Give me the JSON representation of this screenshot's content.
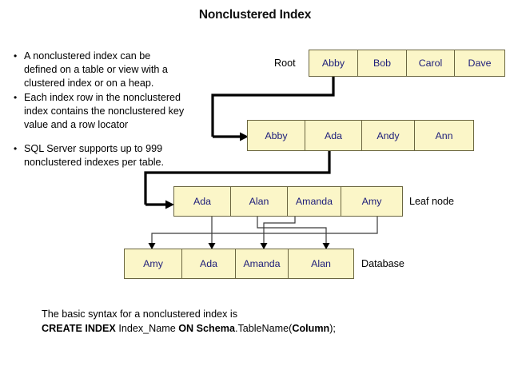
{
  "title": "Nonclustered Index",
  "bullets": {
    "group1": [
      "A nonclustered index can be defined on a table or view with a clustered index or on a heap.",
      "Each index row in the nonclustered index contains the nonclustered key value and a row locator"
    ],
    "group2": [
      "SQL Server supports up to 999 nonclustered indexes per table."
    ],
    "marker": "•"
  },
  "diagram": {
    "levels": [
      {
        "name": "root",
        "label": "Root",
        "label_side": "left",
        "cells": [
          "Abby",
          "Bob",
          "Carol",
          "Dave"
        ]
      },
      {
        "name": "intermediate",
        "label": "",
        "label_side": "none",
        "cells": [
          "Abby",
          "Ada",
          "Andy",
          "Ann"
        ]
      },
      {
        "name": "leaf",
        "label": "Leaf node",
        "label_side": "right",
        "cells": [
          "Ada",
          "Alan",
          "Amanda",
          "Amy"
        ]
      },
      {
        "name": "database",
        "label": "Database",
        "label_side": "right",
        "cells": [
          "Amy",
          "Ada",
          "Amanda",
          "Alan"
        ]
      }
    ],
    "colors": {
      "cell_fill": "#fbf6c8",
      "cell_border": "#6b6640",
      "cell_text": "#1d1d7a",
      "connector": "#000000",
      "thin_connector": "#3a3a3a"
    }
  },
  "syntax": {
    "line1": "The basic syntax for a nonclustered index is",
    "line2_parts": [
      {
        "text": "CREATE INDEX ",
        "bold": true
      },
      {
        "text": "Index_Name ",
        "bold": false
      },
      {
        "text": "ON Schema",
        "bold": true
      },
      {
        "text": ".TableName(",
        "bold": false
      },
      {
        "text": "Column",
        "bold": true
      },
      {
        "text": ");",
        "bold": false
      }
    ]
  }
}
